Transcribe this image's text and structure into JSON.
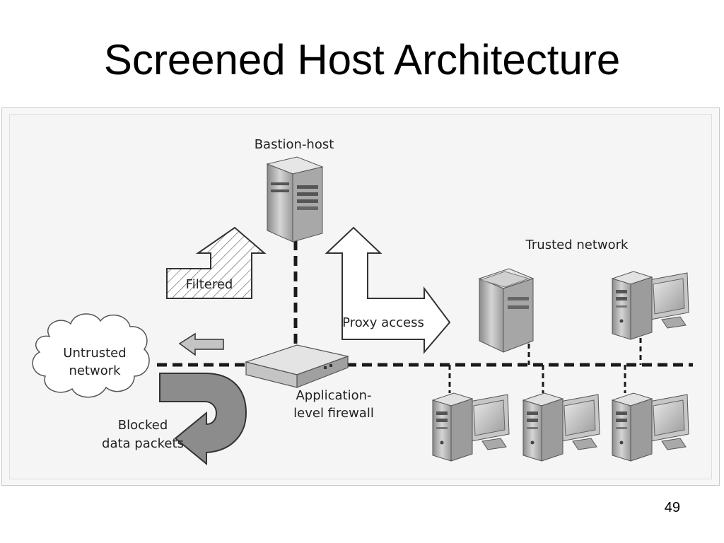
{
  "title": "Screened Host Architecture",
  "page_number": "49",
  "labels": {
    "bastion_host": "Bastion-host",
    "trusted_network": "Trusted network",
    "filtered": "Filtered",
    "proxy_access": "Proxy access",
    "untrusted_line1": "Untrusted",
    "untrusted_line2": "network",
    "app_fw_line1": "Application-",
    "app_fw_line2": "level firewall",
    "blocked_line1": "Blocked",
    "blocked_line2": "data packets"
  }
}
